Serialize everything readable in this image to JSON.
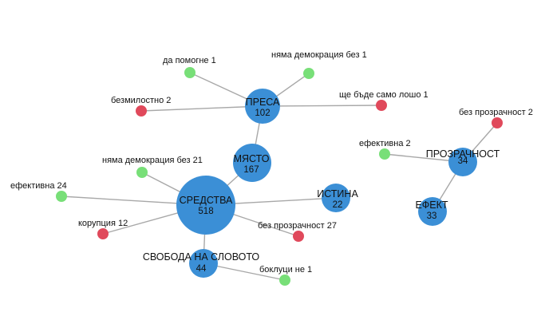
{
  "nodes": [
    {
      "id": "sredstva",
      "label": "СРЕДСТВА",
      "count": "518",
      "kind": "big"
    },
    {
      "id": "mqsto",
      "label": "МЯСТО",
      "count": "167",
      "kind": "big"
    },
    {
      "id": "presa",
      "label": "ПРЕСА",
      "count": "102",
      "kind": "big"
    },
    {
      "id": "istina",
      "label": "ИСТИНА",
      "count": "22",
      "kind": "big"
    },
    {
      "id": "svoboda",
      "label": "СВОБОДА НА СЛОВОТО",
      "count": "44",
      "kind": "big"
    },
    {
      "id": "prozrachnost",
      "label": "ПРОЗРАЧНОСТ",
      "count": "34",
      "kind": "big"
    },
    {
      "id": "efekt",
      "label": "ЕФЕКТ",
      "count": "33",
      "kind": "big"
    },
    {
      "id": "da_pomogne",
      "label": "да помогне 1",
      "kind": "green"
    },
    {
      "id": "nqma_dem_1",
      "label": "няма демокрация без 1",
      "kind": "green"
    },
    {
      "id": "bezmilostno",
      "label": "безмилостно 2",
      "kind": "red"
    },
    {
      "id": "shte_bade",
      "label": "ще бъде само лошо 1",
      "kind": "red"
    },
    {
      "id": "nqma_dem_21",
      "label": "няма демокрация без 21",
      "kind": "green"
    },
    {
      "id": "efektivna_24",
      "label": "ефективна 24",
      "kind": "green"
    },
    {
      "id": "korupciq",
      "label": "корупция 12",
      "kind": "red"
    },
    {
      "id": "bez_prozr_27",
      "label": "без прозрачност 27",
      "kind": "red"
    },
    {
      "id": "bokluci",
      "label": "боклуци не 1",
      "kind": "green"
    },
    {
      "id": "bez_prozr_2",
      "label": "без прозрачност 2",
      "kind": "red"
    },
    {
      "id": "efektivna_2",
      "label": "ефективна 2",
      "kind": "green"
    }
  ],
  "edges": [
    [
      "sredstva",
      "mqsto"
    ],
    [
      "mqsto",
      "presa"
    ],
    [
      "presa",
      "da_pomogne"
    ],
    [
      "presa",
      "nqma_dem_1"
    ],
    [
      "presa",
      "bezmilostno"
    ],
    [
      "presa",
      "shte_bade"
    ],
    [
      "sredstva",
      "nqma_dem_21"
    ],
    [
      "sredstva",
      "efektivna_24"
    ],
    [
      "sredstva",
      "korupciq"
    ],
    [
      "sredstva",
      "bez_prozr_27"
    ],
    [
      "sredstva",
      "istina"
    ],
    [
      "sredstva",
      "svoboda"
    ],
    [
      "svoboda",
      "bokluci"
    ],
    [
      "prozrachnost",
      "bez_prozr_2"
    ],
    [
      "prozrachnost",
      "efektivna_2"
    ],
    [
      "prozrachnost",
      "efekt"
    ]
  ],
  "colors": {
    "big": "#3b8fd6",
    "green": "#78df78",
    "red": "#e0495b",
    "edge": "#a8a8a8"
  }
}
